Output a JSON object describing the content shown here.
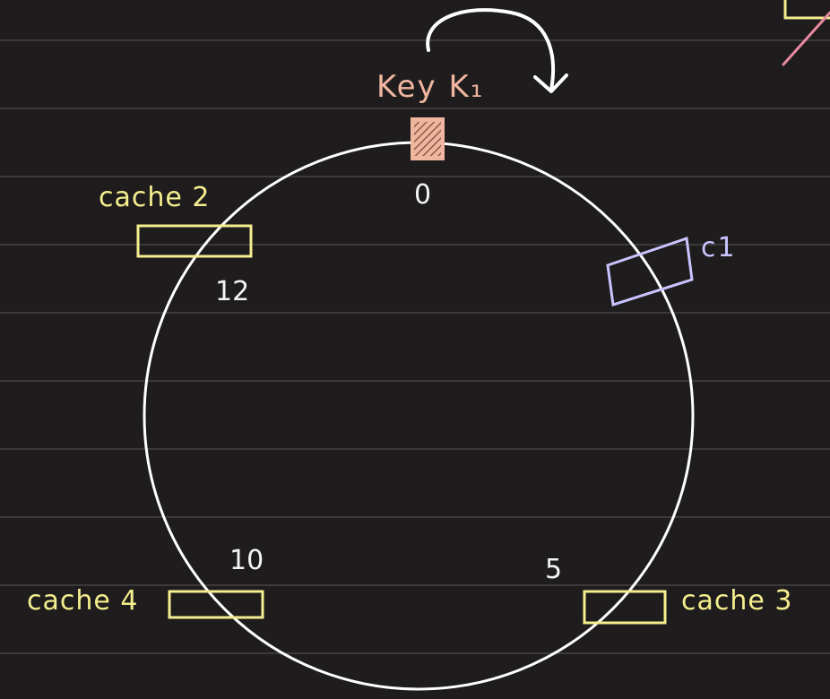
{
  "diagram": {
    "ring_positions": {
      "top": "0",
      "upper_left": "12",
      "lower_left": "10",
      "lower_right": "5"
    },
    "key": {
      "label": "Key K₁",
      "color": "#f0b6a0"
    },
    "nodes": [
      {
        "id": "cache2",
        "label": "cache 2",
        "color": "#f4ee8e"
      },
      {
        "id": "c1",
        "label": "c1",
        "color": "#c9c4ff"
      },
      {
        "id": "cache4",
        "label": "cache 4",
        "color": "#f4ee8e"
      },
      {
        "id": "cache3",
        "label": "cache 3",
        "color": "#f4ee8e"
      }
    ],
    "ring_color": "#ffffff",
    "background_color": "#1f1c1d"
  }
}
